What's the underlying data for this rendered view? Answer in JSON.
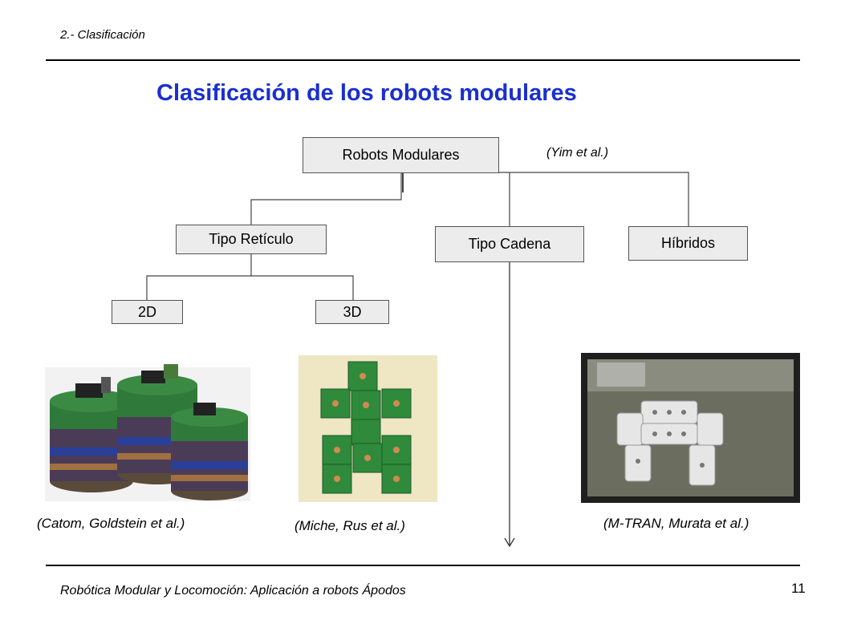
{
  "header": {
    "section": "2.- Clasificación"
  },
  "title": "Clasificación de los robots modulares",
  "tree": {
    "root": "Robots Modulares",
    "root_cite": "(Yim et al.)",
    "lattice": "Tipo Retículo",
    "chain": "Tipo Cadena",
    "hybrid": "Híbridos",
    "lattice_2d": "2D",
    "lattice_3d": "3D"
  },
  "photos": {
    "catom_caption": "(Catom, Goldstein et al.)",
    "miche_caption": "(Miche, Rus et al.)",
    "mtran_caption": "(M-TRAN, Murata et al.)"
  },
  "footer": {
    "text": "Robótica Modular y Locomoción: Aplicación a robots Ápodos",
    "page": "11"
  }
}
